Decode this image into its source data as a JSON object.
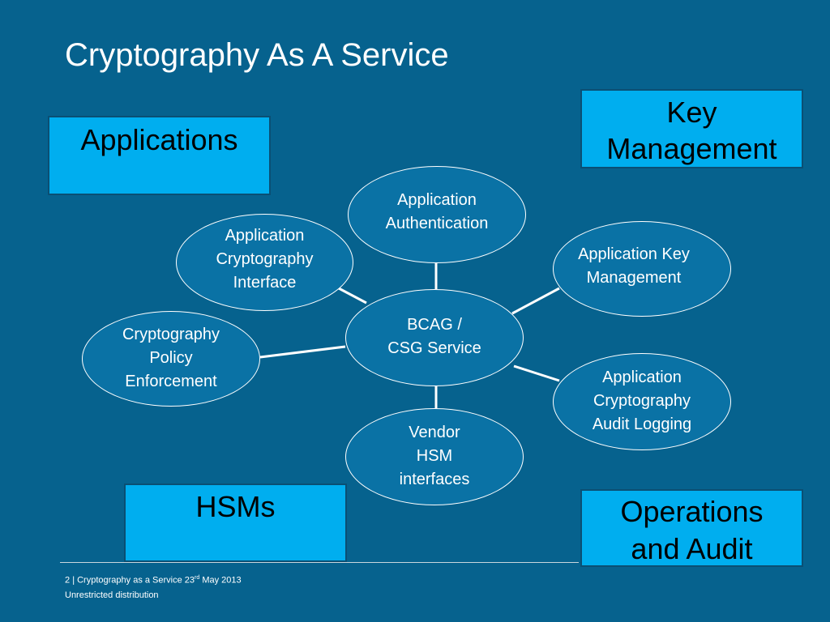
{
  "slide": {
    "title": "Cryptography As A Service"
  },
  "boxes": {
    "applications": "Applications",
    "key_management": [
      "Key",
      "Management"
    ],
    "hsms": "HSMs",
    "operations_audit": [
      "Operations",
      "and Audit"
    ]
  },
  "nodes": {
    "center": [
      "BCAG /",
      "CSG Service"
    ],
    "app_auth": [
      "Application",
      "Authentication"
    ],
    "app_crypto_interface": [
      "Application",
      "Cryptography",
      "Interface"
    ],
    "app_key_mgmt": [
      "Application Key",
      "Management"
    ],
    "crypto_policy": [
      "Cryptography",
      "Policy",
      "Enforcement"
    ],
    "audit_logging": [
      "Application",
      "Cryptography",
      "Audit Logging"
    ],
    "vendor_hsm": [
      "Vendor",
      "HSM",
      "interfaces"
    ]
  },
  "footer": {
    "page_number": "2",
    "separator": "|",
    "text_before": "Cryptography as a Service 23",
    "ordinal": "rd",
    "text_after": " May 2013",
    "distribution": "Unrestricted distribution"
  },
  "colors": {
    "background": "#06628e",
    "box_fill": "#00aeef",
    "node_fill": "#0a72a5",
    "connector": "#ffffff"
  }
}
